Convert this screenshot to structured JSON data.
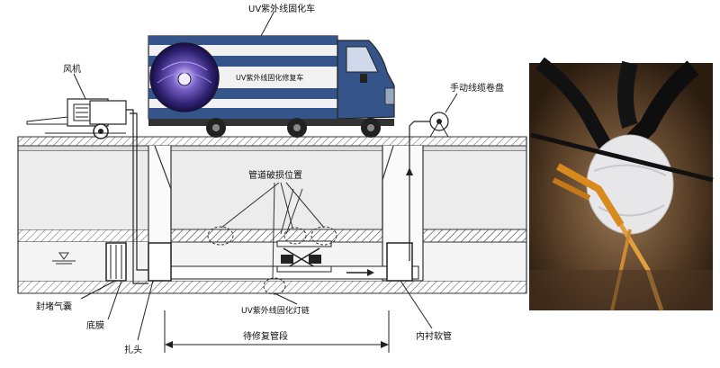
{
  "labels": {
    "truck_title": "UV紫外线固化车",
    "truck_side": "UV紫外线固化修复车",
    "fan": "风机",
    "cable_reel": "手动线缆卷盘",
    "damage": "管道破损位置",
    "plug_airbag": "封堵气囊",
    "base_membrane": "底膜",
    "tie_head": "扎头",
    "uv_chain": "UV紫外线固化灯链",
    "repair_section": "待修复管段",
    "liner_hose": "内衬软管"
  },
  "colors": {
    "pipe_fill": "#e6e6e6",
    "ground_stroke": "#333333",
    "truck_blue": "#35558a",
    "truck_white": "#f2f2f2",
    "photo_dark": "#3a2a1c"
  },
  "icons": {
    "water_level": "triangle-down-icon",
    "flow_arrow": "arrow-right-icon"
  }
}
